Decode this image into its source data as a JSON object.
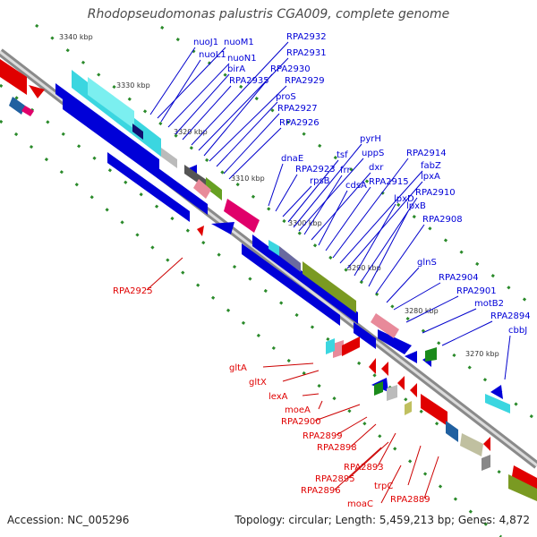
{
  "title": "Rhodopseudomonas palustris CGA009, complete genome",
  "footer": {
    "accession": "Accession: NC_005296",
    "summary": "Topology: circular; Length: 5,459,213 bp; Genes: 4,872"
  },
  "kbp_labels": [
    "3340 kbp",
    "3330 kbp",
    "3320 kbp",
    "3310 kbp",
    "3300 kbp",
    "3290 kbp",
    "3280 kbp",
    "3270 kbp"
  ],
  "blue_labels": [
    "nuoJ1",
    "nuoM1",
    "nuoL1",
    "nuoN1",
    "birA",
    "RPA2935",
    "RPA2932",
    "RPA2931",
    "RPA2930",
    "RPA2929",
    "proS",
    "RPA2927",
    "RPA2926",
    "dnaE",
    "RPA2923",
    "rpsB",
    "tsf",
    "pyrH",
    "uppS",
    "frr",
    "dxr",
    "cdsA",
    "RPA2915",
    "RPA2914",
    "fabZ",
    "lpxA",
    "lpxD",
    "RPA2910",
    "lpxB",
    "RPA2908",
    "glnS",
    "RPA2904",
    "RPA2901",
    "motB2",
    "RPA2894",
    "cbbJ"
  ],
  "red_labels": [
    "RPA2925",
    "gltA",
    "gltX",
    "lexA",
    "moeA",
    "RPA2900",
    "RPA2899",
    "RPA2898",
    "RPA2893",
    "RPA2895",
    "RPA2896",
    "trpC",
    "moaC",
    "RPA2889"
  ],
  "colors": {
    "forward": "#0000d8",
    "reverse": "#e00000",
    "dots": "#2a8a2a",
    "backbone": "#888888"
  }
}
